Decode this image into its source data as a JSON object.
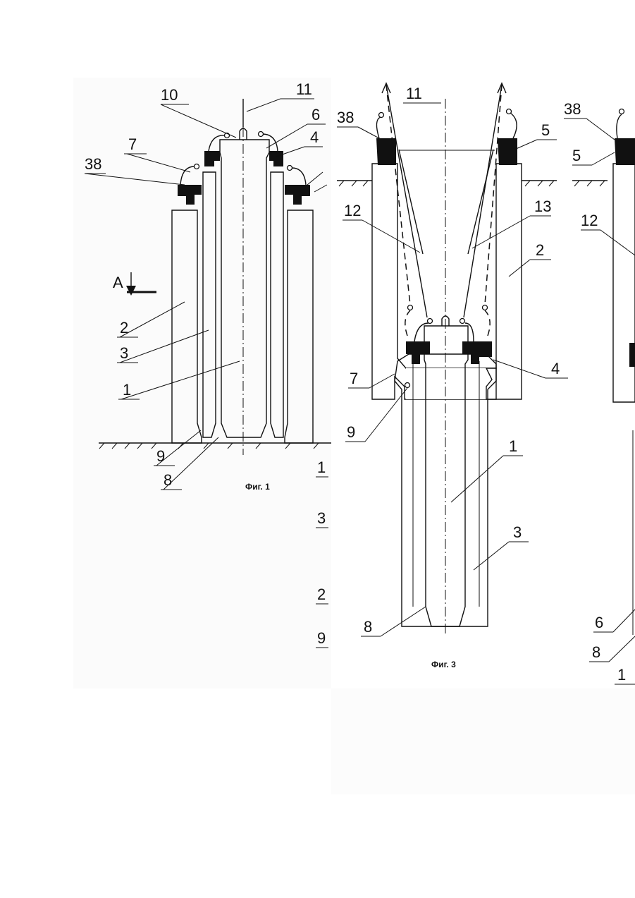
{
  "figures": [
    {
      "caption": "Фиг. 1",
      "section_mark": "A"
    },
    {
      "caption": "Фиг. 3"
    }
  ],
  "labels": {
    "f1_l10": "10",
    "f1_l11": "11",
    "f1_l6": "6",
    "f1_l4": "4",
    "f1_l7": "7",
    "f1_l38": "38",
    "f1_l2": "2",
    "f1_l3": "3",
    "f1_l1": "1",
    "f1_l9": "9",
    "f1_l8": "8",
    "edge_1": "1",
    "edge_3": "3",
    "edge_2": "2",
    "edge_9": "9",
    "f3_l11": "11",
    "f3_l38": "38",
    "f3_l5": "5",
    "f3_l12": "12",
    "f3_l13": "13",
    "f3_l2": "2",
    "f3_l7": "7",
    "f3_l4": "4",
    "f3_l9": "9",
    "f3_l1": "1",
    "f3_l3": "3",
    "f3_l8": "8",
    "r_l38": "38",
    "r_l5": "5",
    "r_l12": "12",
    "r_l6": "6",
    "r_l8": "8",
    "r_l1": "1"
  }
}
